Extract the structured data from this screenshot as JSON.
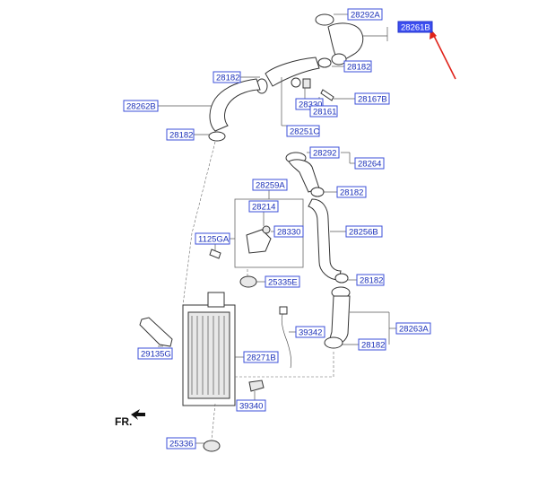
{
  "diagram": {
    "labels": [
      {
        "id": "l1",
        "text": "28292A",
        "highlight": false
      },
      {
        "id": "l2",
        "text": "28261B",
        "highlight": true
      },
      {
        "id": "l3",
        "text": "28182",
        "highlight": false
      },
      {
        "id": "l4",
        "text": "28182",
        "highlight": false
      },
      {
        "id": "l5",
        "text": "28262B",
        "highlight": false
      },
      {
        "id": "l6",
        "text": "28330",
        "highlight": false
      },
      {
        "id": "l7",
        "text": "28167B",
        "highlight": false
      },
      {
        "id": "l8",
        "text": "28161",
        "highlight": false
      },
      {
        "id": "l9",
        "text": "28182",
        "highlight": false
      },
      {
        "id": "l10",
        "text": "28251C",
        "highlight": false
      },
      {
        "id": "l11",
        "text": "28292",
        "highlight": false
      },
      {
        "id": "l12",
        "text": "28264",
        "highlight": false
      },
      {
        "id": "l13",
        "text": "28259A",
        "highlight": false
      },
      {
        "id": "l14",
        "text": "28182",
        "highlight": false
      },
      {
        "id": "l15",
        "text": "28214",
        "highlight": false
      },
      {
        "id": "l16",
        "text": "28256B",
        "highlight": false
      },
      {
        "id": "l17",
        "text": "1125GA",
        "highlight": false
      },
      {
        "id": "l18",
        "text": "28330",
        "highlight": false
      },
      {
        "id": "l19",
        "text": "25335E",
        "highlight": false
      },
      {
        "id": "l20",
        "text": "28182",
        "highlight": false
      },
      {
        "id": "l21",
        "text": "28263A",
        "highlight": false
      },
      {
        "id": "l22",
        "text": "39342",
        "highlight": false
      },
      {
        "id": "l23",
        "text": "28182",
        "highlight": false
      },
      {
        "id": "l24",
        "text": "29135G",
        "highlight": false
      },
      {
        "id": "l25",
        "text": "28271B",
        "highlight": false
      },
      {
        "id": "l26",
        "text": "39340",
        "highlight": false
      },
      {
        "id": "l27",
        "text": "25336",
        "highlight": false
      }
    ],
    "front_marker": "FR.",
    "colors": {
      "label_border": "#3b4fd8",
      "label_text": "#1a2fb8",
      "highlight_fill": "#3d4ff0",
      "arrow": "#e0241b"
    }
  }
}
